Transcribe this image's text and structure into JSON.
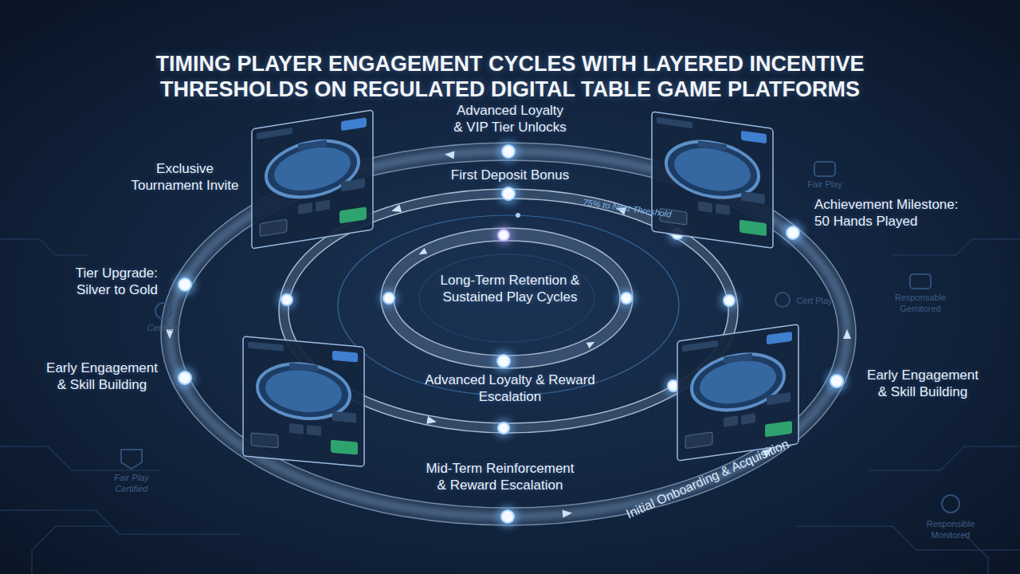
{
  "diagram": {
    "title": "TIMING PLAYER ENGAGEMENT CYCLES WITH LAYERED INCENTIVE THRESHOLDS ON REGULATED DIGITAL TABLE GAME PLATFORMS",
    "nodes": [
      {
        "text": [
          "Advanced Loyalty & VIP Tier Unlocks"
        ]
      },
      {
        "text": [
          "First Deposit Bonus"
        ]
      },
      {
        "text": [
          "Achievement Milestone: 50 Hands Played"
        ]
      },
      {
        "text": [
          "Tier Upgrade: Silver to Gold"
        ]
      },
      {
        "text": [
          "Early Engagement & Skill Building"
        ]
      },
      {
        "text": [
          "Early Engagement & Skill Building"
        ]
      },
      {
        "text": [
          "Advanced Loyalty & Reward Escalation"
        ]
      },
      {
        "text": [
          "Mid-Term Reinforcement & Reward Escalation"
        ]
      }
    ],
    "labels": [
      "Exclusive Tournament Invite",
      "Fair Play",
      "75% to Next Threshold",
      "Long-Term Retention & Sustained Play Cycles",
      "Certified",
      "Cert Play",
      "Responsable Gemitored",
      "Initial Onboarding & Acquisition",
      "Fair Play Certified",
      "Responsible Monitored"
    ]
  }
}
